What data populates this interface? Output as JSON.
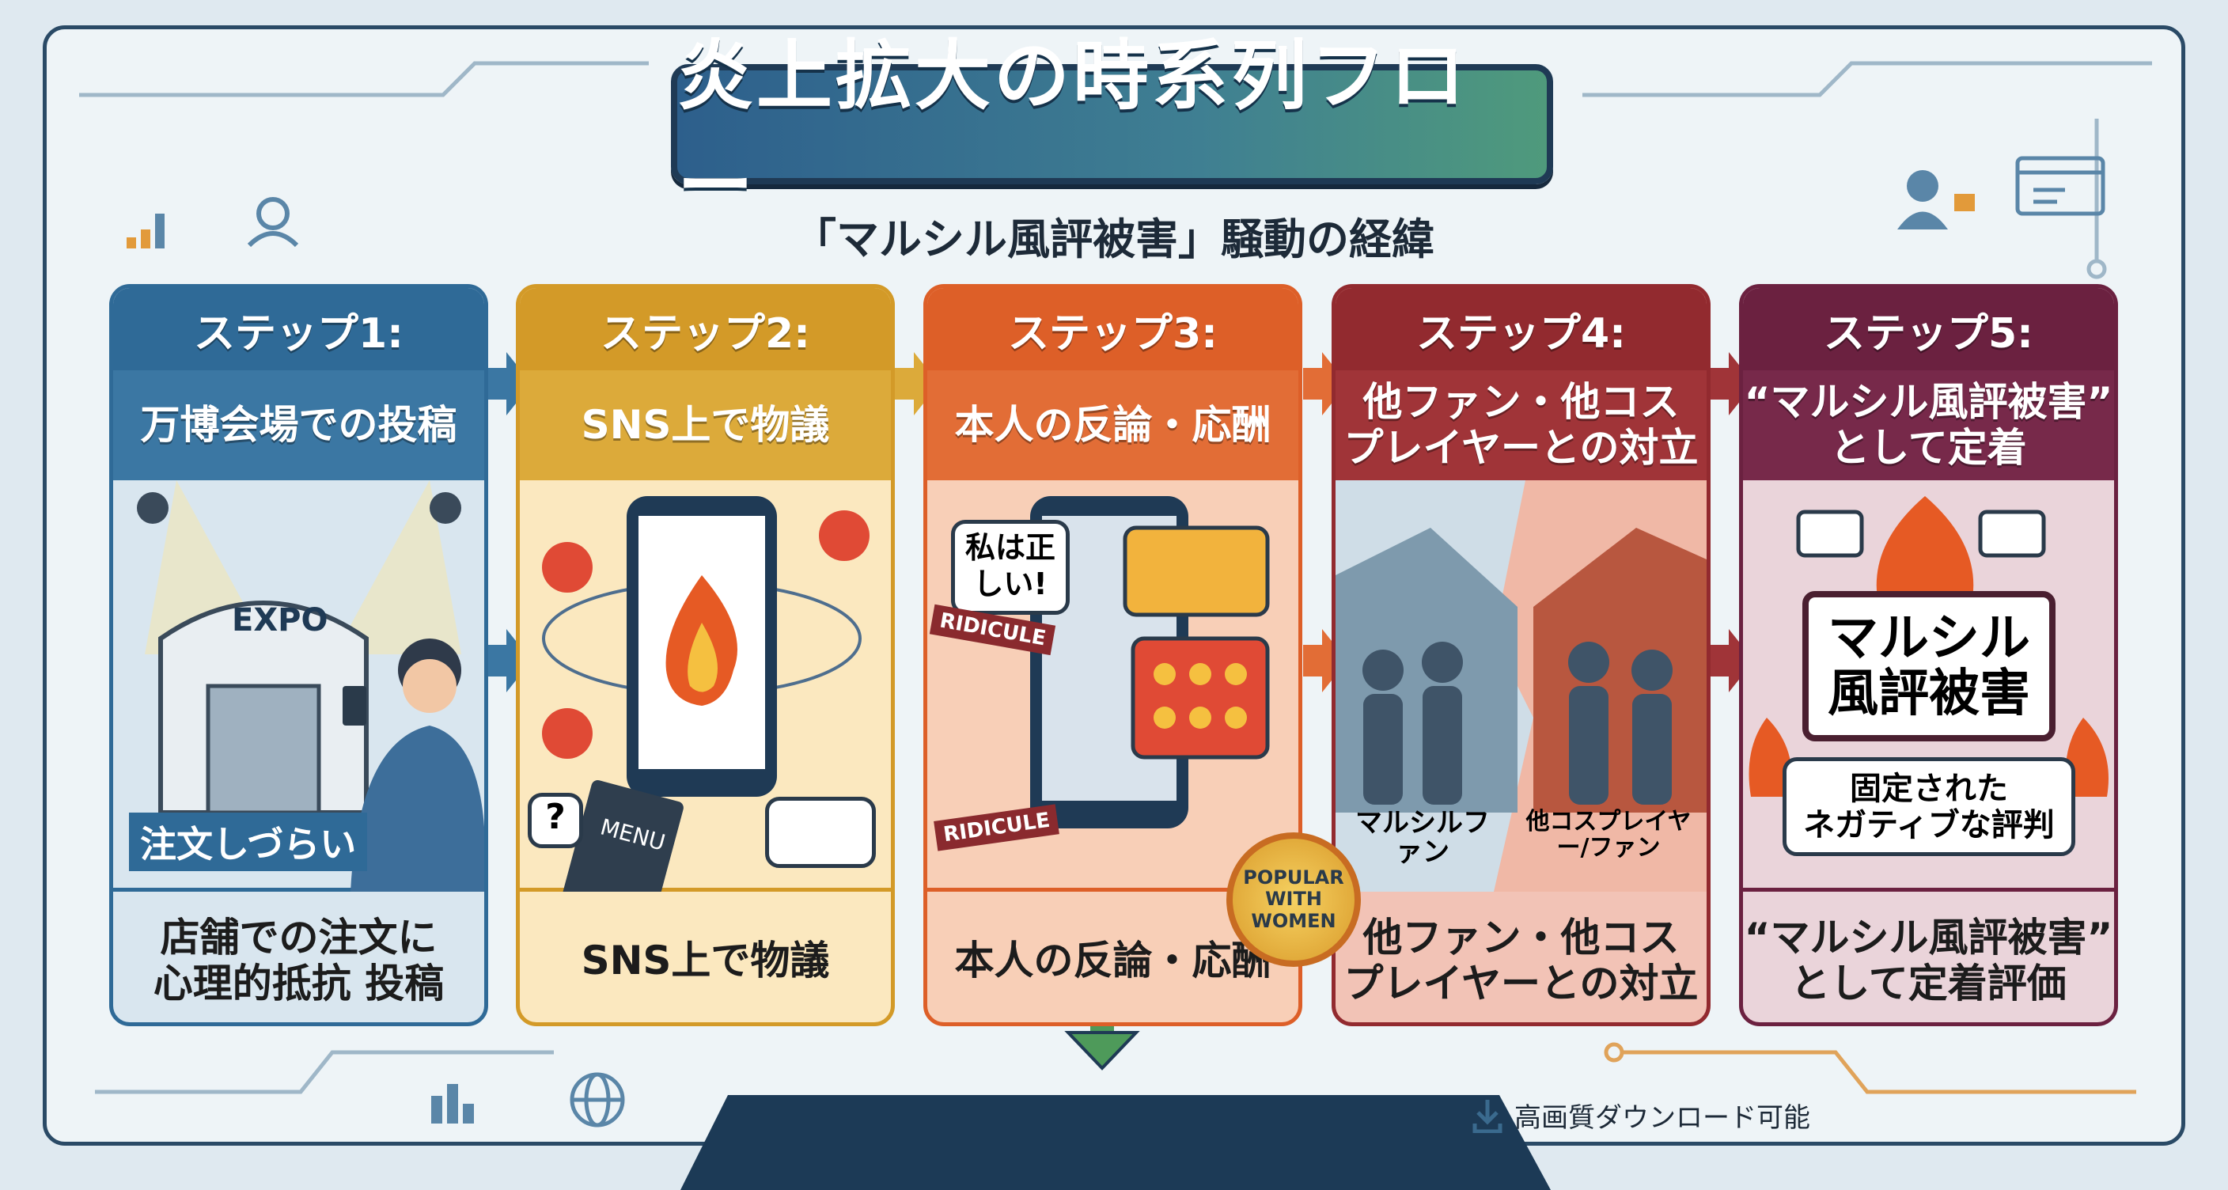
{
  "title": "炎上拡大の時系列フロー",
  "subtitle": "「マルシル風評被害」騒動の経緯",
  "steps": [
    {
      "label": "ステップ1:",
      "title": [
        "万博会場での投稿"
      ],
      "caption": [
        "店舗での注文に",
        "心理的抵抗 投稿"
      ],
      "tags": {
        "expo": "EXPO",
        "banner": "注文しづらい"
      }
    },
    {
      "label": "ステップ2:",
      "title": [
        "SNS上で物議"
      ],
      "caption": [
        "SNS上で物議"
      ],
      "tags": {
        "menu": "MENU",
        "question": "?"
      }
    },
    {
      "label": "ステップ3:",
      "title": [
        "本人の反論・応酬"
      ],
      "caption": [
        "本人の反論・応酬"
      ],
      "tags": {
        "speech": "私は正しい!",
        "ridicule": "RIDICULE",
        "badge": "POPULAR WITH WOMEN"
      }
    },
    {
      "label": "ステップ4:",
      "title": [
        "他ファン・他コス",
        "プレイヤーとの対立"
      ],
      "caption": [
        "他ファン・他コス",
        "プレイヤーとの対立"
      ],
      "tags": {
        "left": "マルシルファン",
        "right": "他コスプレイヤー/ファン"
      }
    },
    {
      "label": "ステップ5:",
      "title": [
        "“マルシル風評被害”",
        "として定着"
      ],
      "caption": [
        "“マルシル風評被害”",
        "として定着評価"
      ],
      "tags": {
        "sign": [
          "マルシル",
          "風評被害"
        ],
        "note": [
          "固定された",
          "ネガティブな評判"
        ]
      }
    }
  ],
  "footer": {
    "download": "高画質ダウンロード可能"
  },
  "colors": {
    "step1": "#2f6a97",
    "step2": "#d39a28",
    "step3": "#dd5f28",
    "step4": "#922a2f",
    "step5": "#6b2140",
    "navy": "#1f3a55"
  }
}
